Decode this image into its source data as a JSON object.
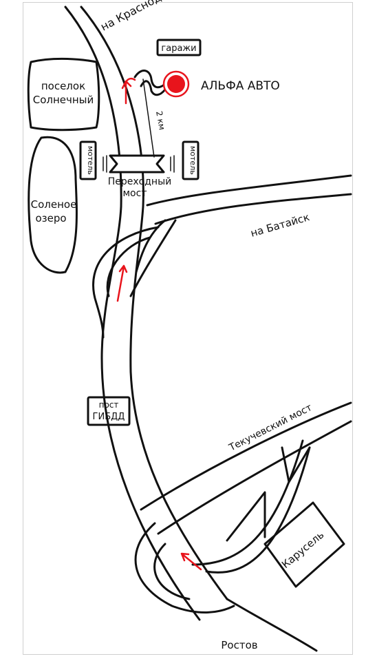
{
  "map": {
    "labels": {
      "krasnodar": "на Краснодар",
      "garages": "гаражи",
      "alfa_avto": "АЛЬФА АВТО",
      "settlement_line1": "поселок",
      "settlement_line2": "Солнечный",
      "distance": "2 км",
      "motel": "мотель",
      "bridge_line1": "Переходный",
      "bridge_line2": "мост",
      "lake_line1": "Соленое",
      "lake_line2": "озеро",
      "bataysk": "на Батайск",
      "gibdd_line1": "пост",
      "gibdd_line2": "ГИБДД",
      "tekuchev_bridge": "Текучевский мост",
      "karusel": "Карусель",
      "rostov": "Ростов"
    },
    "colors": {
      "ink": "#111111",
      "marker": "#e8141c",
      "arrow": "#e8141c",
      "frame": "#cfcfcf"
    },
    "icons": [
      "location-marker-icon",
      "direction-arrow-icon"
    ]
  }
}
